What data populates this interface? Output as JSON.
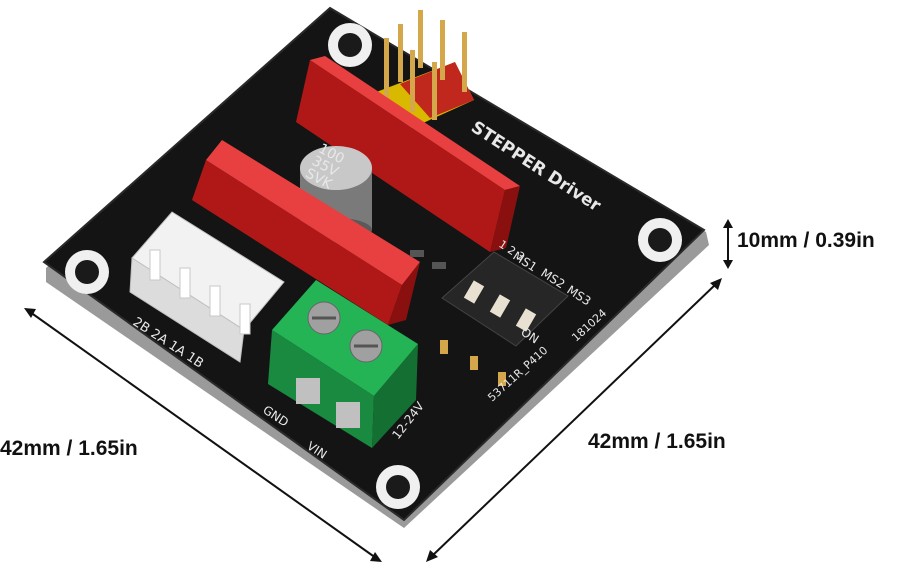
{
  "dimensions": {
    "depth": "42mm / 1.65in",
    "width": "42mm / 1.65in",
    "height": "10mm / 0.39in"
  },
  "board_labels": {
    "title": "STEPPER Driver",
    "capacitor_value": "100",
    "capacitor_voltage": "35V",
    "capacitor_code": "SVK",
    "ms1": "MS1",
    "ms2": "MS2",
    "ms3": "MS3",
    "switch_on": "ON",
    "switch_numbers": "1 2 3",
    "motor_pins": "2B 2A 1A 1B",
    "gnd": "GND",
    "vin": "VIN",
    "voltage": "12-24V",
    "part_code": "53711R_P410",
    "date_code": "181024"
  },
  "colors": {
    "board": "#141414",
    "header_red": "#e02020",
    "terminal_green": "#1fa34a",
    "connector_white": "#f2f2f2",
    "pin_gold": "#d4a84a",
    "background": "#ffffff"
  }
}
